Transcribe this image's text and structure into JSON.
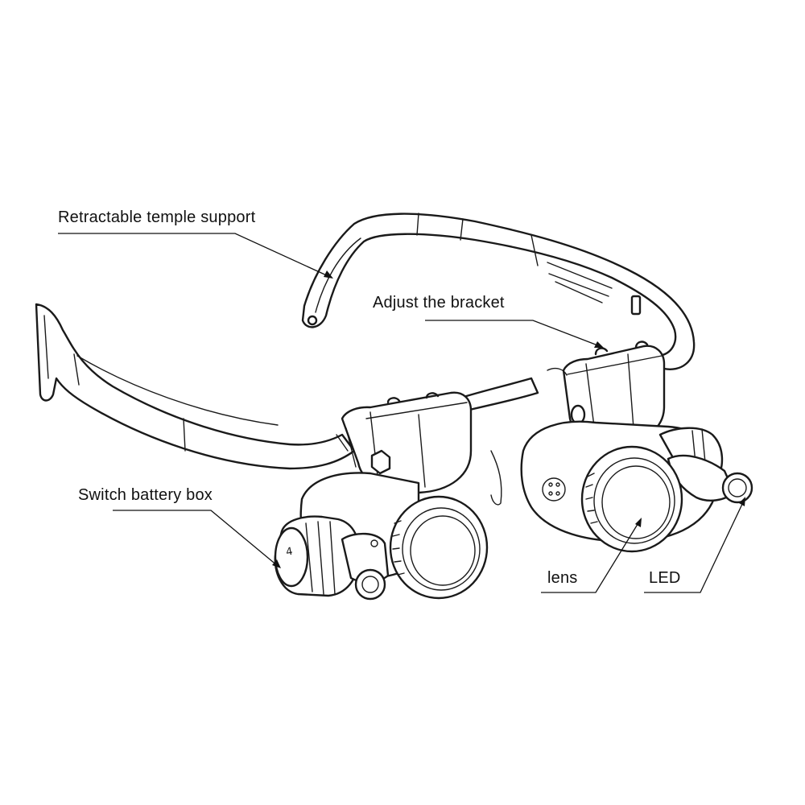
{
  "labels": {
    "temple": "Retractable temple support",
    "bracket": "Adjust the bracket",
    "battery": "Switch battery box",
    "lens": "lens",
    "led": "LED"
  },
  "colors": {
    "line": "#1a1a1a",
    "background": "#ffffff"
  }
}
